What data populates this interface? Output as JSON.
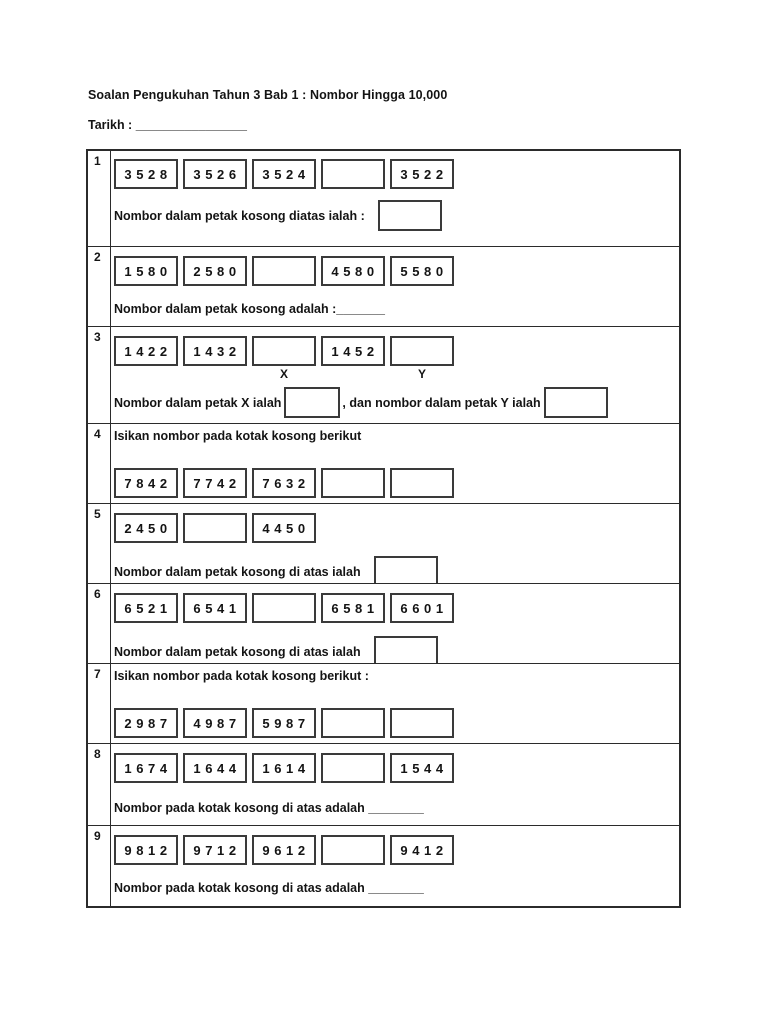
{
  "page": {
    "title": "Soalan Pengukuhan Tahun 3 Bab 1 : Nombor Hingga 10,000",
    "date_label": "Tarikh : ________________"
  },
  "questions": [
    {
      "number": "1",
      "boxes": [
        "3 5 2 8",
        "3 5 2 6",
        "3 5 2 4",
        "",
        "3 5 2 2"
      ],
      "prompt": "Nombor dalam petak kosong diatas ialah :"
    },
    {
      "number": "2",
      "boxes": [
        "1 5 8 0",
        "2 5 8 0",
        "",
        "4 5 8 0",
        "5 5 8 0"
      ],
      "prompt": "Nombor dalam petak kosong adalah :_______"
    },
    {
      "number": "3",
      "boxes": [
        "1 4 2 2",
        "1 4 3 2",
        "",
        "1 4 5 2",
        ""
      ],
      "label_x": "X",
      "label_y": "Y",
      "prompt_x": "Nombor dalam petak X ialah",
      "prompt_y": ", dan nombor dalam petak Y ialah"
    },
    {
      "number": "4",
      "instruction": "Isikan nombor pada kotak kosong berikut",
      "boxes": [
        "7 8 4 2",
        "7 7 4 2",
        "7 6 3 2",
        "",
        ""
      ]
    },
    {
      "number": "5",
      "boxes": [
        "2 4 5 0",
        "",
        "4 4 5 0"
      ],
      "prompt": "Nombor dalam petak kosong di atas ialah"
    },
    {
      "number": "6",
      "boxes": [
        "6 5 2 1",
        "6 5 4 1",
        "",
        "6 5 8 1",
        "6 6 0 1"
      ],
      "prompt": "Nombor dalam petak kosong di atas ialah"
    },
    {
      "number": "7",
      "instruction": "Isikan nombor pada kotak kosong berikut :",
      "boxes": [
        "2 9 8 7",
        "4 9 8 7",
        "5 9 8 7",
        "",
        ""
      ]
    },
    {
      "number": "8",
      "boxes": [
        "1 6 7 4",
        "1 6 4 4",
        "1 6 1 4",
        "",
        "1 5 4 4"
      ],
      "prompt": "Nombor pada kotak kosong di atas adalah ________"
    },
    {
      "number": "9",
      "boxes": [
        "9 8 1 2",
        "9 7 1 2",
        "9 6 1 2",
        "",
        "9 4 1 2"
      ],
      "prompt": "Nombor pada kotak kosong di atas adalah ________"
    }
  ]
}
